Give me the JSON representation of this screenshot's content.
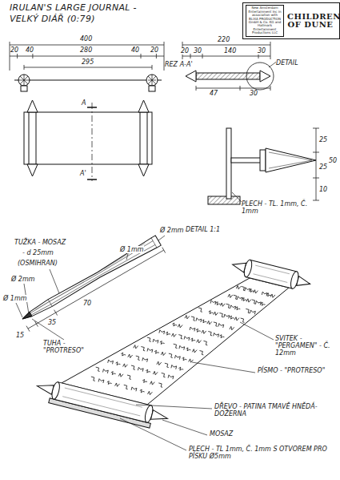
{
  "diagram": {
    "title": "IRULAN'S LARGE JOURNAL - VELKÝ DIÁŘ (0:79)",
    "nodes": [
      {
        "text": [
          "New Amsterdam Entertainment Inc in association with BLIXA PRODUCTION GmbH & Co. KG and Hallmark Entertainment Productions LLC",
          "CHILDREN OF DUNE"
        ]
      }
    ],
    "labels": [
      "400",
      "20",
      "40",
      "280",
      "40",
      "20",
      "295",
      "A",
      "A'",
      "220",
      "20",
      "30",
      "140",
      "30",
      "REZ A-A'",
      "DETAIL",
      "47",
      "30",
      "25",
      "50",
      "25",
      "10",
      "PLECH - TL. 1mm, Č. 1mm",
      "DETAIL 1:1",
      "TUŽKA - MOSAZ",
      "- d 25mm",
      "(OSMIHRAN)",
      "Ø 2mm",
      "Ø 1mm",
      "Ø 2mm",
      "Ø 1mm",
      "15",
      "35",
      "70",
      "TUHA - \"PROTRESO\"",
      "SVITEK - \"PERGAMEN\" - Č. 12mm",
      "PÍSMO - \"PROTRESO\"",
      "DŘEVO - PATINA TMAVĚ HNĚDÁ-DOŽERNA",
      "MOSAZ",
      "PLECH - TL 1mm, Č. 1mm S OTVOREM PRO PÍSKU Ø5mm"
    ]
  }
}
